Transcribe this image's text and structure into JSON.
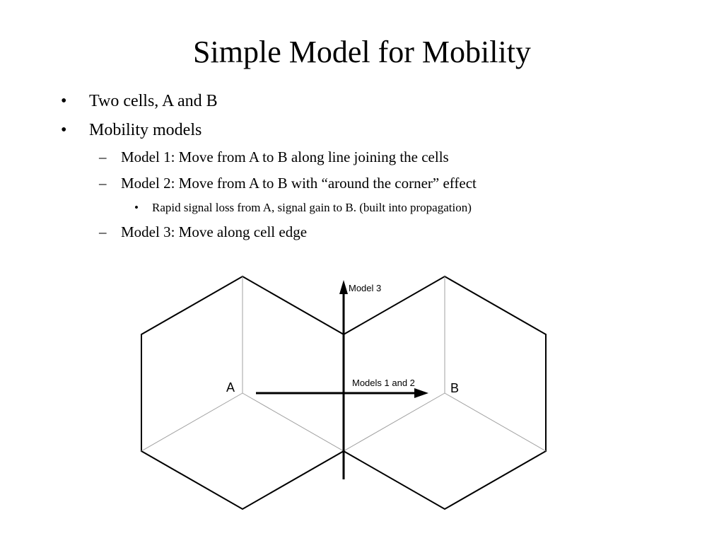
{
  "title": "Simple Model for Mobility",
  "bullets": {
    "b1": {
      "marker": "•",
      "text": "Two cells, A and B"
    },
    "b2": {
      "marker": "•",
      "text": "Mobility models"
    },
    "b2_1": {
      "marker": "–",
      "text": "Model 1: Move from A to B along line joining the cells"
    },
    "b2_2": {
      "marker": "–",
      "text": "Model 2: Move from A to B with “around the corner” effect"
    },
    "b2_2_1": {
      "marker": "•",
      "text": "Rapid signal loss from A, signal gain to B. (built into propagation)"
    },
    "b2_3": {
      "marker": "–",
      "text": "Model 3: Move along cell edge"
    }
  },
  "diagram": {
    "cell_a_label": "A",
    "cell_b_label": "B",
    "model3_label": "Model 3",
    "models12_label": "Models 1 and 2"
  }
}
